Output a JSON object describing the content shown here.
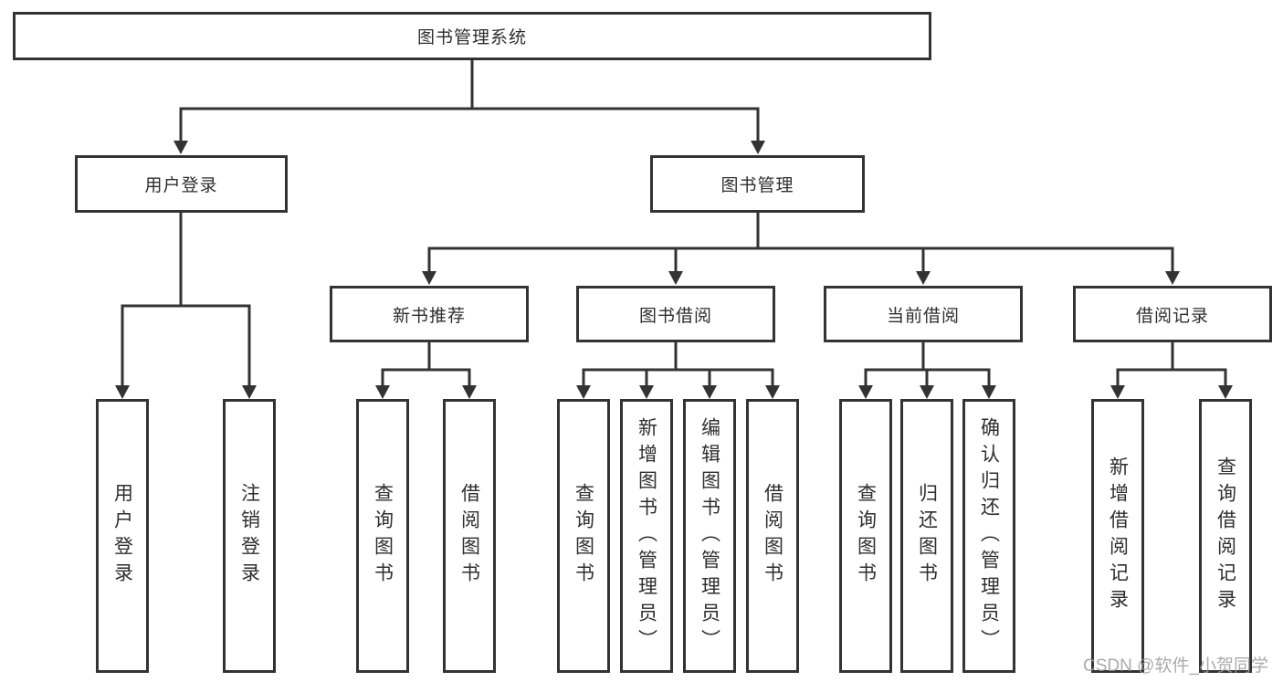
{
  "colors": {
    "line": "#333333",
    "box_border": "#333333",
    "text": "#2e2e2e",
    "background": "#ffffff",
    "watermark": "#9b9b9b"
  },
  "watermark": {
    "text": "CSDN @软件_小贺同学"
  },
  "tree": {
    "label": "图书管理系统",
    "children": [
      {
        "label": "用户登录",
        "children": [
          {
            "label": "用户登录"
          },
          {
            "label": "注销登录"
          }
        ]
      },
      {
        "label": "图书管理",
        "children": [
          {
            "label": "新书推荐",
            "children": [
              {
                "label": "查询图书"
              },
              {
                "label": "借阅图书"
              }
            ]
          },
          {
            "label": "图书借阅",
            "children": [
              {
                "label": "查询图书"
              },
              {
                "label": "新增图书（管理员）"
              },
              {
                "label": "编辑图书（管理员）"
              },
              {
                "label": "借阅图书"
              }
            ]
          },
          {
            "label": "当前借阅",
            "children": [
              {
                "label": "查询图书"
              },
              {
                "label": "归还图书"
              },
              {
                "label": "确认归还（管理员）"
              }
            ]
          },
          {
            "label": "借阅记录",
            "children": [
              {
                "label": "新增借阅记录"
              },
              {
                "label": "查询借阅记录"
              }
            ]
          }
        ]
      }
    ]
  }
}
